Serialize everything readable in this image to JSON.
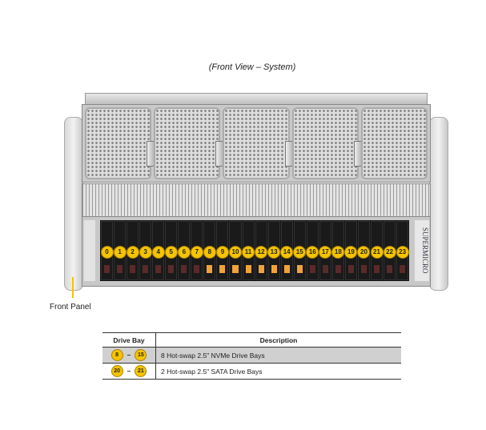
{
  "title": "(Front View – System)",
  "brand": "SUPERMICRO",
  "front_panel_label": "Front Panel",
  "drive_bays": [
    "0",
    "1",
    "2",
    "3",
    "4",
    "5",
    "6",
    "7",
    "8",
    "9",
    "10",
    "11",
    "12",
    "13",
    "14",
    "15",
    "16",
    "17",
    "18",
    "19",
    "20",
    "21",
    "22",
    "23"
  ],
  "nvme_bays": [
    "8",
    "9",
    "10",
    "11",
    "12",
    "13",
    "14",
    "15"
  ],
  "table": {
    "headers": [
      "Drive Bay",
      "Description"
    ],
    "rows": [
      {
        "from": "8",
        "to": "15",
        "dash": "–",
        "description": "8 Hot-swap 2.5\" NVMe Drive Bays"
      },
      {
        "from": "20",
        "to": "21",
        "dash": "–",
        "description": "2 Hot-swap 2.5\" SATA Drive Bays"
      }
    ]
  },
  "colors": {
    "badge": "#f5c400",
    "nvme_release": "#f2a23a"
  }
}
